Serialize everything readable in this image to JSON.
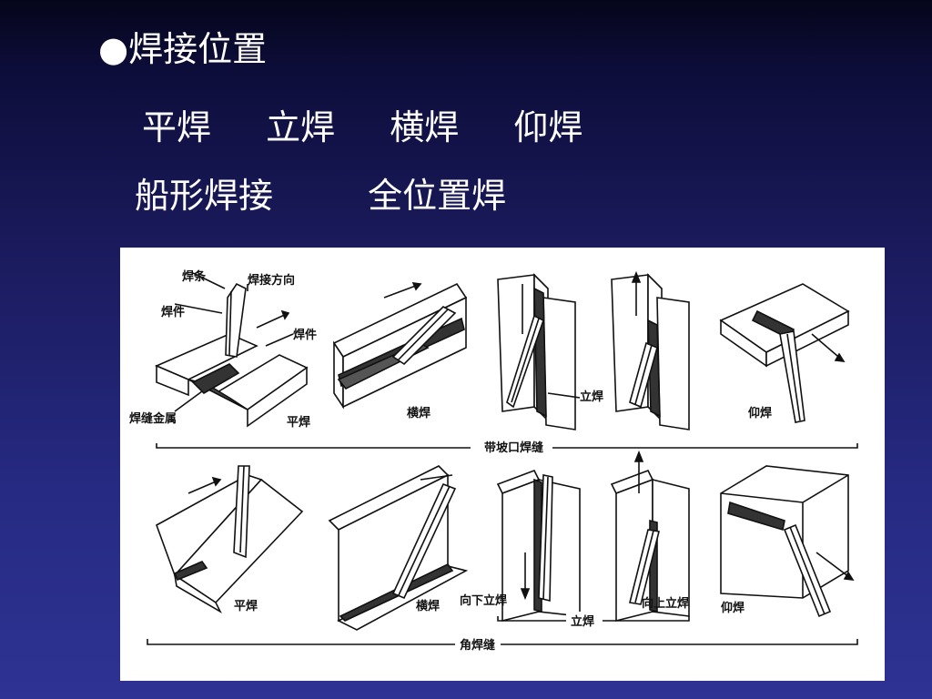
{
  "title": "●焊接位置",
  "positions_row1": [
    "平焊",
    "立焊",
    "横焊",
    "仰焊"
  ],
  "positions_row2": [
    "船形焊接",
    "全位置焊"
  ],
  "figure": {
    "labels": {
      "electrode": "焊条",
      "direction": "焊接方向",
      "workpiece_left": "焊件",
      "workpiece_right": "焊件",
      "weld_metal": "焊缝金属",
      "flat_top": "平焊",
      "horizontal_top": "横焊",
      "vertical_top": "立焊",
      "overhead_top": "仰焊",
      "groove_group": "带坡口焊缝",
      "flat_bottom": "平焊",
      "horizontal_bottom": "横焊",
      "vertical_down": "向下立焊",
      "vertical_up": "向上立焊",
      "overhead_bottom": "仰焊",
      "vertical_group": "立焊",
      "fillet_group": "角焊缝"
    }
  }
}
